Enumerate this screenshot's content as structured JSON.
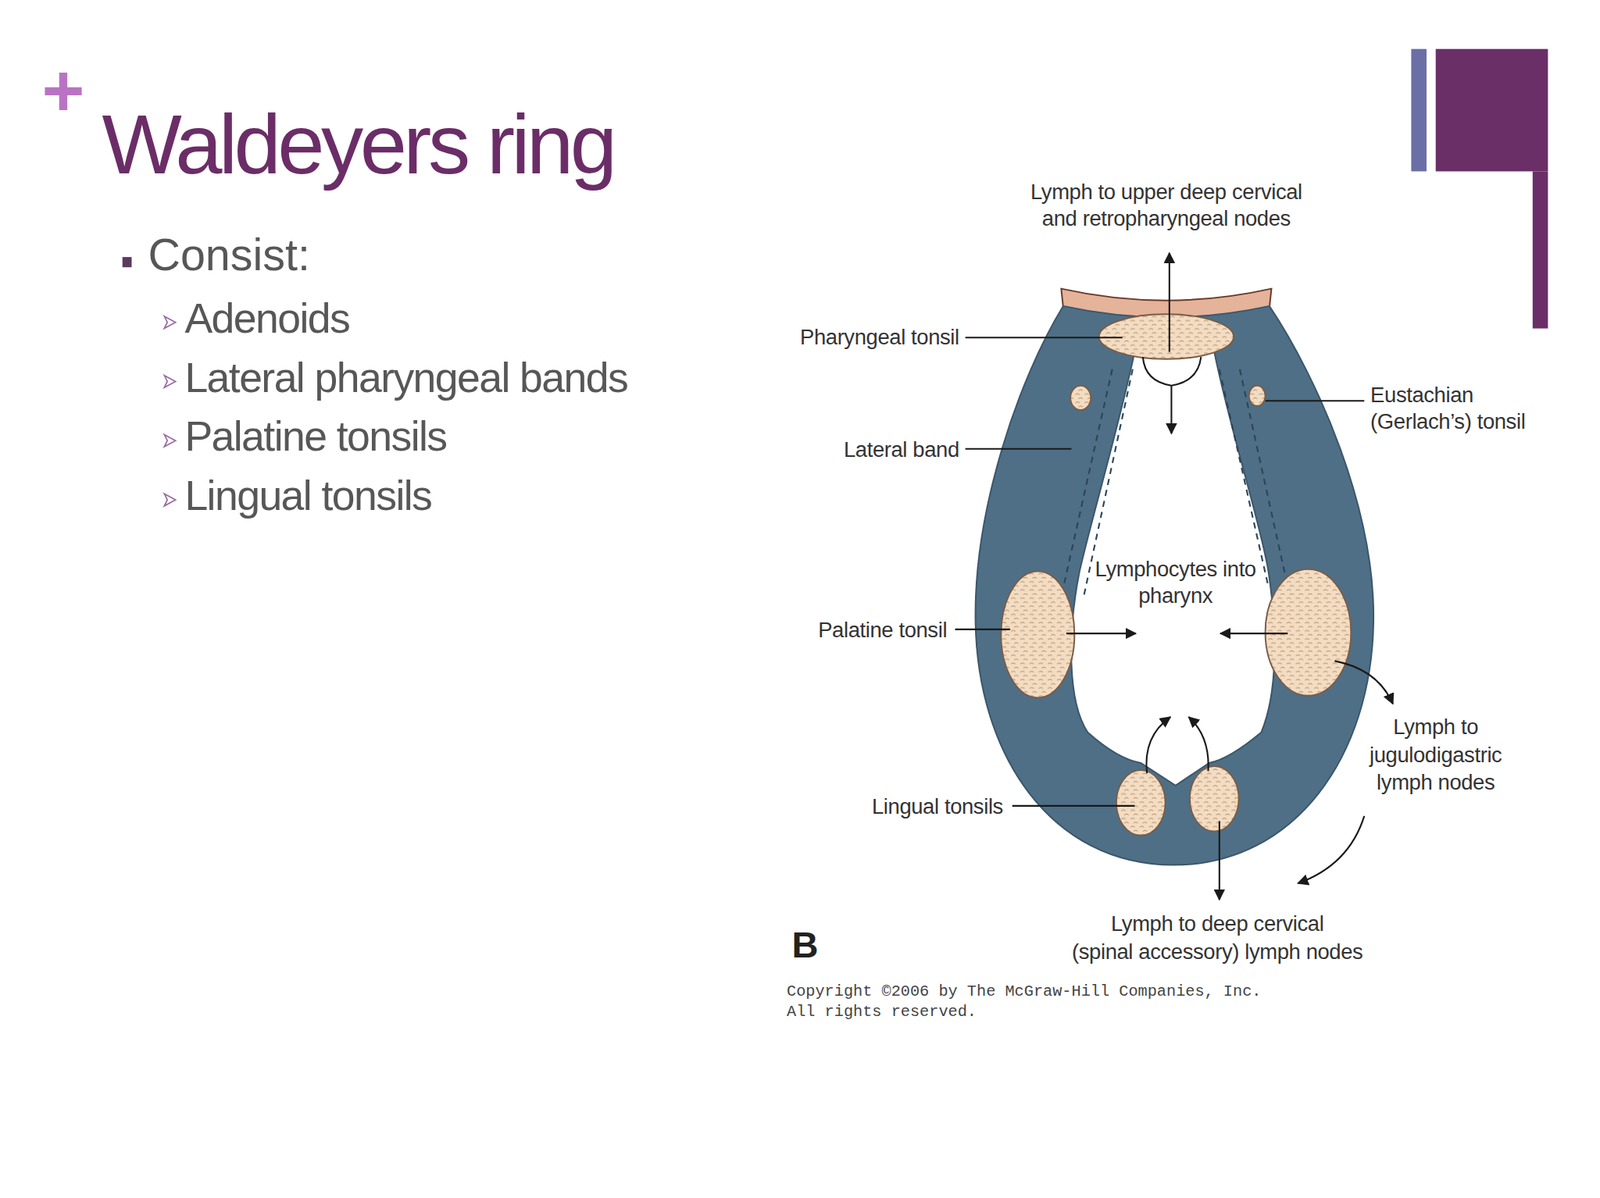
{
  "diagram": {
    "title": "Waldeyers ring",
    "labels": [
      "+",
      "Consist:",
      "Adenoids",
      "Lateral pharyngeal bands",
      "Palatine tonsils",
      "Lingual tonsils",
      "Lymph to upper deep cervical and retropharyngeal nodes",
      "Pharyngeal tonsil",
      "Eustachian (Gerlach’s) tonsil",
      "Lateral band",
      "Lymphocytes into pharynx",
      "Palatine tonsil",
      "Lymph to jugulodigastric lymph nodes",
      "Lingual tonsils",
      "Lymph to deep cervical (spinal accessory) lymph nodes",
      "B",
      "Copyright ©2006 by The McGraw-Hill Companies, Inc. All rights reserved."
    ]
  }
}
